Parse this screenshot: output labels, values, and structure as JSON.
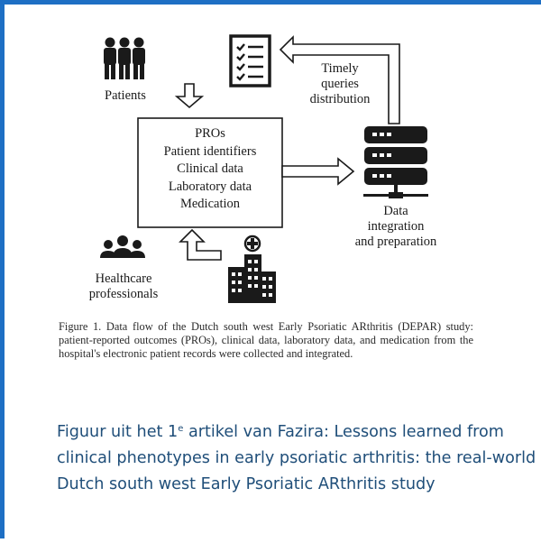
{
  "diagram": {
    "patients_label": "Patients",
    "timely_line1": "Timely",
    "timely_line2": "queries",
    "timely_line3": "distribution",
    "box_items": [
      "PROs",
      "Patient identifiers",
      "Clinical data",
      "Laboratory data",
      "Medication"
    ],
    "data_line1": "Data",
    "data_line2": "integration",
    "data_line3": "and preparation",
    "hcp_line1": "Healthcare",
    "hcp_line2": "professionals",
    "icons": [
      "people-group-icon",
      "checklist-icon",
      "server-icon",
      "team-icon",
      "hospital-icon"
    ]
  },
  "caption": "Figure 1. Data flow of the Dutch south west Early Psoriatic ARthritis (DEPAR) study: patient-reported outcomes (PROs), clinical data, laboratory data, and medication from the hospital's electronic patient records were collected and integrated.",
  "note": {
    "before_sup": "Figuur uit het 1",
    "sup": "e",
    "after_sup": " artikel van Fazira: Lessons learned from clinical phenotypes in early psoriatic arthritis: the real-world Dutch south west Early Psoriatic ARthritis study"
  },
  "colors": {
    "frame": "#1e6fc4",
    "note_text": "#1f4e79",
    "ink": "#1a1a1a"
  }
}
